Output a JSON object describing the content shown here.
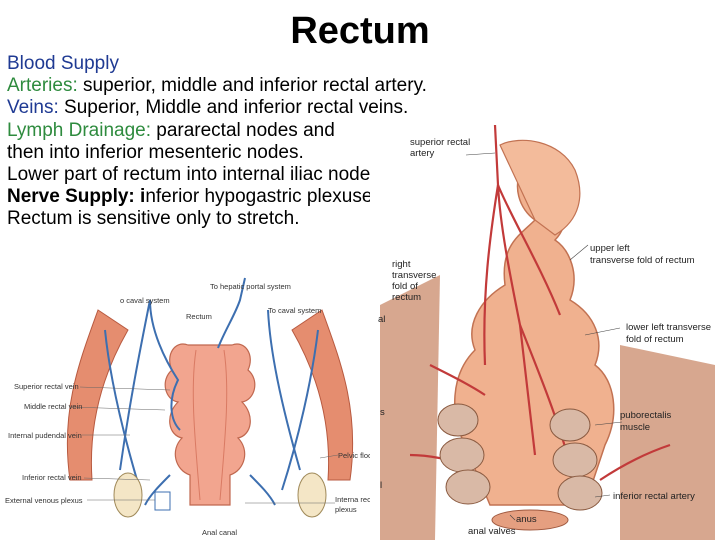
{
  "title": "Rectum",
  "lines": {
    "blood_supply": "Blood Supply",
    "arteries_label": "Arteries:",
    "arteries_text": " superior, middle and inferior rectal artery.",
    "veins_label": "Veins:",
    "veins_text": " Superior, Middle and inferior rectal veins.",
    "lymph_label": "Lymph Drainage:",
    "lymph_text": " pararectal nodes and",
    "lymph_text2": "then into inferior mesenteric nodes.",
    "lower_part": "Lower part of rectum into internal iliac nodes.",
    "nerve_label": "Nerve Supply: i",
    "nerve_text": "nferior hypogastric plexuses.",
    "sensitive": "Rectum is sensitive only to stretch."
  },
  "left_diagram": {
    "labels": {
      "hepatic": "To hepatic portal system",
      "caval_left": "o caval system",
      "caval_right": "To caval system",
      "rectum": "Rectum",
      "superior_vein": "Superior rectal vein",
      "middle_vein": "Middle rectal vein",
      "pudendal": "Internal pudendal vein",
      "inferior_vein": "Inferior rectal vein",
      "external_plexus": "External venous plexus",
      "anal_canal": "Anal canal",
      "pelvic_floor": "Pelvic floor",
      "internal_plexus_1": "Interna rectal",
      "internal_plexus_2": "plexus"
    }
  },
  "right_diagram": {
    "labels": {
      "sup_artery_1": "superior rectal",
      "sup_artery_2": "artery",
      "right_fold_1": "right",
      "right_fold_2": "transverse",
      "right_fold_3": "fold of",
      "right_fold_4": "rectum",
      "upper_left_1": "upper left",
      "upper_left_2": "transverse fold of rectum",
      "lower_left_1": "lower left transverse",
      "lower_left_2": "fold of rectum",
      "puborectalis_1": "puborectalis",
      "puborectalis_2": "muscle",
      "inf_artery": "inferior rectal artery",
      "anus": "anus",
      "anal_valves": "anal valves",
      "cut_al": "al",
      "cut_s": "s",
      "cut_l": "l"
    }
  }
}
